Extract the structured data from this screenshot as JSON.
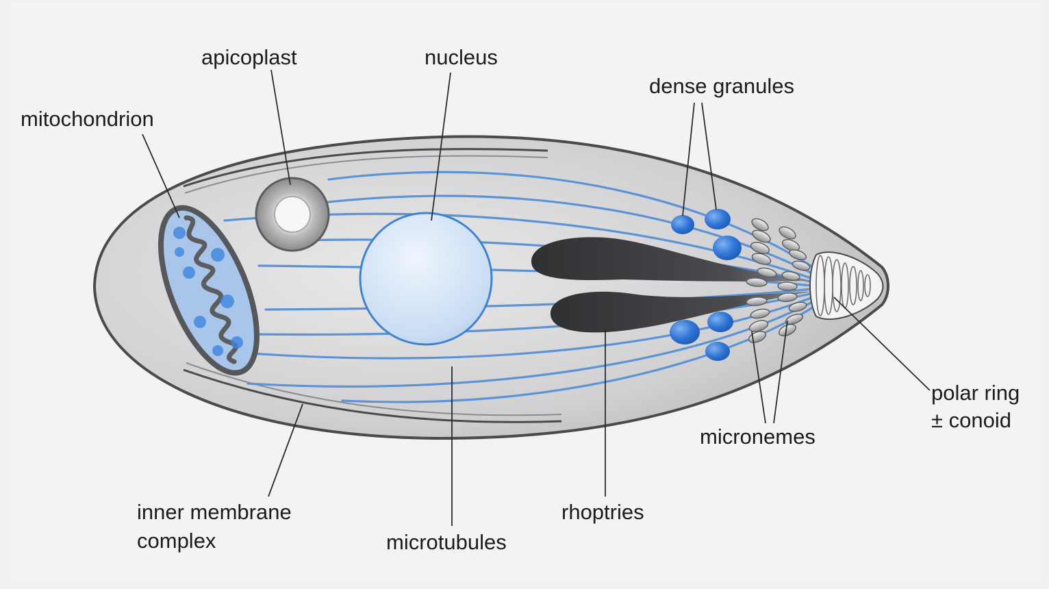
{
  "labels": {
    "apicoplast": "apicoplast",
    "nucleus": "nucleus",
    "dense_granules": "dense granules",
    "mitochondrion": "mitochondrion",
    "polar_ring_line1": "polar ring",
    "polar_ring_line2": "± conoid",
    "micronemes": "micronemes",
    "inner_membrane_line1": "inner membrane",
    "inner_membrane_line2": "complex",
    "microtubules": "microtubules",
    "rhoptries": "rhoptries"
  },
  "colors": {
    "page_background": "#f3f1f0",
    "cell_fill": "#cfcfd0",
    "cell_outline": "#4a4a4c",
    "microtubule": "#5b93d6",
    "organelle_blue": "#2f74d6",
    "mitochondrion_outline": "#55575b",
    "rhoptry_fill": "#3a3b3d",
    "nucleus_fill": "#cde0f4",
    "nucleus_outline": "#3f82cf",
    "apicoplast_outer": "#7a7b7d",
    "leader_line": "#2a2a2a"
  }
}
